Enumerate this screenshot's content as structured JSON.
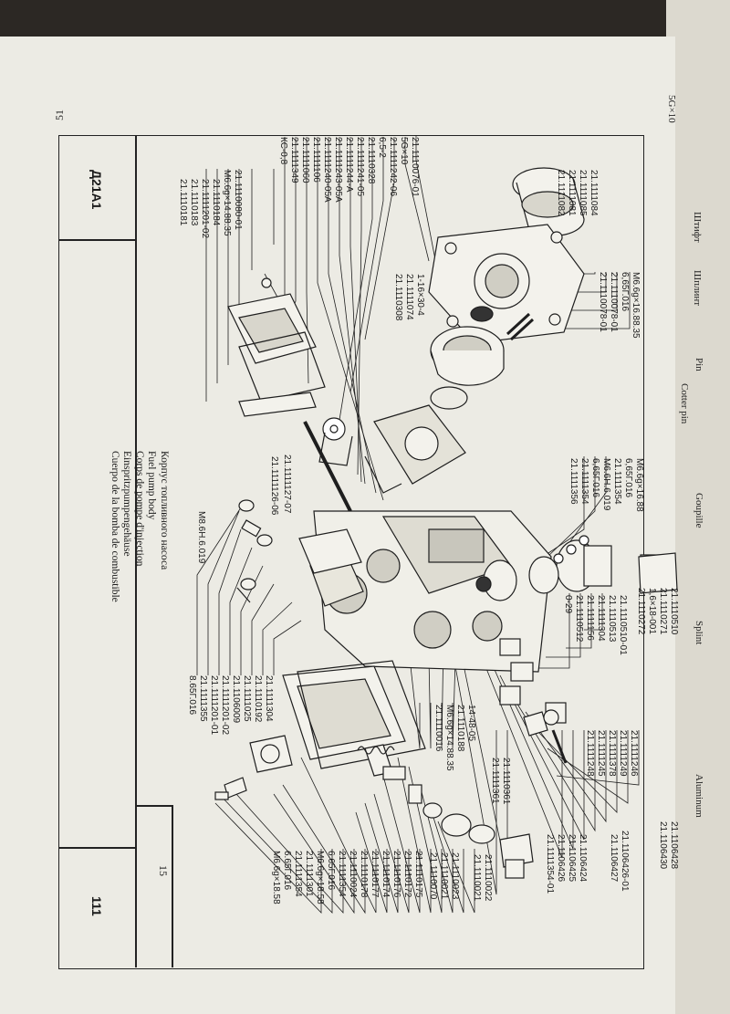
{
  "page": {
    "page_number": "51",
    "section_code": "Д21А1",
    "sheet_number": "111",
    "figure_number": "15"
  },
  "caption": {
    "ru": "Корпус топливного насоса",
    "en": "Fuel pump body",
    "fr": "Corps de pompe d'injection",
    "de": "Einspritzpumpengehäuse",
    "es": "Cuerpo de la bomba de combustible"
  },
  "next_page": {
    "top_codes": [
      "5G×10",
      "1,6×18-001"
    ],
    "words": [
      "Штифт",
      "Шплинт",
      "Pin",
      "Cotter pin",
      "Goupille",
      "Splint",
      "Aluminum"
    ]
  },
  "labels": {
    "top_left_group": [
      "21.1110076-01",
      "5G×10",
      "21.1111242-06",
      "6,5-2",
      "21.1110328",
      "21.1111241-05",
      "21.1111244-A",
      "21.1111243-05A",
      "21.1111240-05A",
      "21.1111106",
      "21.1111060",
      "21.1111349",
      "КС-0,8"
    ],
    "left_group": [
      "21.1110080-01",
      "M6.6g×14.88.35",
      "21.1110184",
      "21.1111201-02",
      "21.1110183",
      "21.1110181"
    ],
    "center_top": [
      "1-16×30-4",
      "21.1111074",
      "21.1110308"
    ],
    "top_right_parts": [
      "21.1111084",
      "21.1111085",
      "21.1111081",
      "21.1111082"
    ],
    "top_right_group": [
      "M6.6g×16.88.35",
      "6,65Г.016",
      "21.1110078-01",
      "21.1110078-01"
    ],
    "mid_right_group": [
      "M6.6g×16.88",
      "6,65Г.016",
      "21.1111354",
      "M6.6H.6.019",
      "6,65Г.016",
      "21.1111354",
      "21.1111356"
    ],
    "middle": [
      "21.1111127-07",
      "21.1111126-06",
      "M8.6H.6.019"
    ],
    "right_upper": [
      "21.1110510",
      "21.1110271",
      "1,6×18-001",
      "21.1110272"
    ],
    "right_middle": [
      "21.1110510-01",
      "21.1110513",
      "21.1111304",
      "21.1111156",
      "21.1110512",
      "0-29"
    ],
    "left_lower": [
      "21.1111304",
      "21.1110192",
      "21.1111025",
      "21.1106009",
      "21.1111201-02",
      "21.1111201-01",
      "21.1111355",
      "8.65Г.016"
    ],
    "center_lower": [
      "14-48-05",
      "21.1110188",
      "M6.6g×14.88.35",
      "21.1110016"
    ],
    "right_lower": [
      "21.1111246",
      "21.1111249",
      "21.1111378",
      "21.1111245",
      "21.1111248"
    ],
    "far_right": [
      "21.1110361",
      "21.1111361"
    ],
    "far_right_edge": [
      "21.1106428",
      "21.1106430"
    ],
    "bottom_right_group": [
      "21.1106426-01",
      "21.1106427",
      "21.1106424",
      "21.1106425",
      "21.1106426",
      "21.1111354-01"
    ],
    "bottom_center": [
      "21.1110022",
      "21.1110021",
      "21.1110023",
      "21.1110021",
      "21.1110070"
    ],
    "bottom_left": [
      "21.1110175",
      "21.1110172",
      "21.1110176",
      "21.1110174",
      "21.1110177",
      "21.1110178",
      "21.1110024",
      "21.1111354",
      "6.65Г.016",
      "M6.6g×18.58",
      "21.1111301",
      "21.1111354",
      "6.65Г.016",
      "M6.6g×18.58"
    ]
  }
}
